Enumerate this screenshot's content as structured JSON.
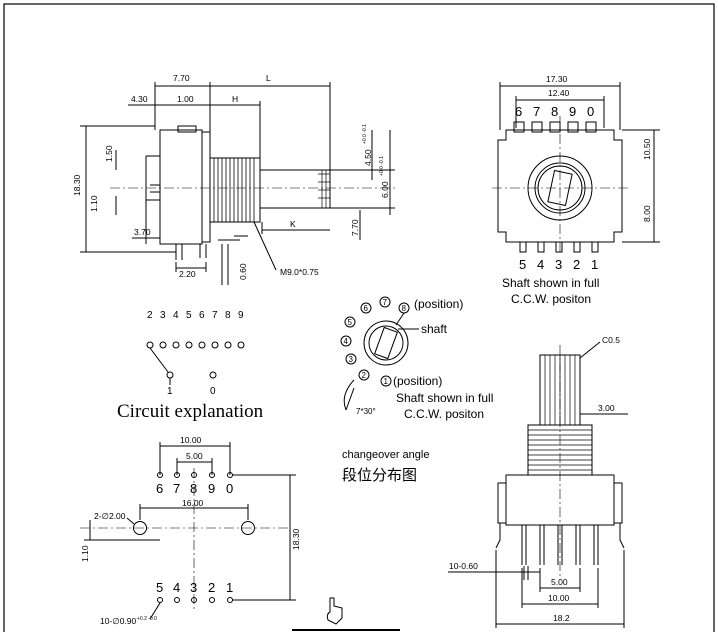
{
  "side_view": {
    "dims": {
      "d_7_70_top": "7.70",
      "d_L": "L",
      "d_4_30": "4.30",
      "d_1_00": "1.00",
      "d_H": "H",
      "d_18_30": "18.30",
      "d_1_50": "1.50",
      "d_1_10": "1.10",
      "d_3_70": "3.70",
      "d_2_20": "2.20",
      "d_0_60": "0.60",
      "d_K": "K",
      "d_7_70_right": "7.70",
      "d_4_50": "4.50",
      "d_4_50_tol": "+0.0 -0.1",
      "d_6_00": "6.00",
      "d_6_00_tol": "+0.0 -0.1",
      "thread": "M9.0*0.75"
    }
  },
  "front_view": {
    "d_17_30": "17.30",
    "d_12_40": "12.40",
    "d_10_50": "10.50",
    "d_8_00": "8.00",
    "top_pins": [
      "6",
      "7",
      "8",
      "9",
      "0"
    ],
    "bottom_pins": [
      "5",
      "4",
      "3",
      "2",
      "1"
    ],
    "caption_line1": "Shaft shown in full",
    "caption_line2": "C.C.W. positon"
  },
  "circuit": {
    "top_numbers": [
      "2",
      "3",
      "4",
      "5",
      "6",
      "7",
      "8",
      "9"
    ],
    "bottom_numbers": [
      "1",
      "0"
    ],
    "caption": "Circuit explanation"
  },
  "position_diagram": {
    "positions": [
      "1",
      "2",
      "3",
      "4",
      "5",
      "6",
      "7",
      "8"
    ],
    "position_label_top": "(position)",
    "position_label_bottom": "(position)",
    "shaft_label": "shaft",
    "angle_label": "7*30°",
    "caption_line1": "Shaft shown in full",
    "caption_line2": "C.C.W. positon",
    "changeover_en": "changeover angle",
    "changeover_cn": "段位分布图"
  },
  "footprint": {
    "d_10_00": "10.00",
    "d_5_00": "5.00",
    "top_pins": [
      "6",
      "7",
      "8",
      "9",
      "0"
    ],
    "d_16_00": "16.00",
    "d_2_2_00": "2-∅2.00",
    "d_18_30": "18.30",
    "d_1_10": "1.10",
    "bottom_pins": [
      "5",
      "4",
      "3",
      "2",
      "1"
    ],
    "d_holes": "10-∅0.90",
    "d_holes_tol": "+0.2 -0.0"
  },
  "bottom_right_view": {
    "d_c0_5": "C0.5",
    "d_3_00": "3.00",
    "d_10_0_60": "10-0.60",
    "d_5_00": "5.00",
    "d_10_00": "10.00",
    "d_18_2": "18.2"
  }
}
